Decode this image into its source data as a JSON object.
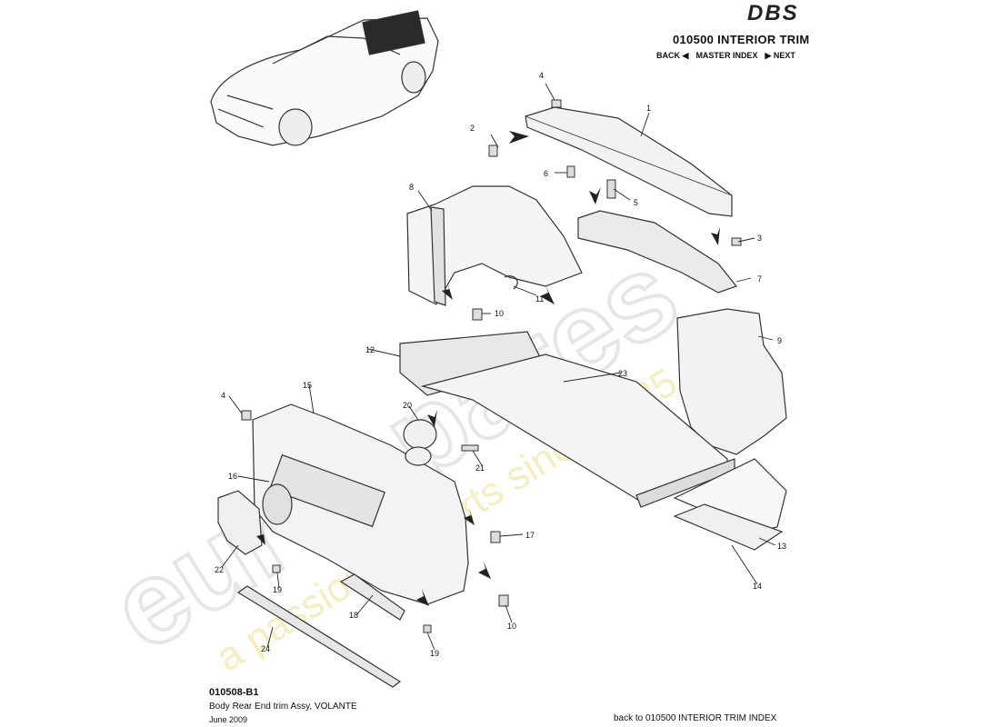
{
  "header": {
    "model_logo": "DBS",
    "section_title": "010500 INTERIOR TRIM",
    "nav": {
      "back": "BACK",
      "master_index": "MASTER INDEX",
      "next": "NEXT"
    }
  },
  "footer": {
    "diagram_code": "010508-B1",
    "description": "Body Rear End trim Assy, VOLANTE",
    "date": "June 2009",
    "back_link": "back to 010500 INTERIOR TRIM INDEX"
  },
  "watermark": {
    "brand": "eurospares",
    "tagline": "a passion for parts since 1985"
  },
  "callouts": [
    "1",
    "2",
    "3",
    "4",
    "5",
    "6",
    "7",
    "8",
    "9",
    "10",
    "11",
    "12",
    "13",
    "14",
    "15",
    "16",
    "17",
    "4",
    "10",
    "18",
    "19",
    "19",
    "20",
    "21",
    "22",
    "23",
    "24"
  ],
  "colors": {
    "line": "#333333",
    "fill": "#f2f2f2",
    "shade": "#d9d9d9",
    "watermark": "#e6e6e6",
    "watermark_tag": "#f2eeb8"
  }
}
